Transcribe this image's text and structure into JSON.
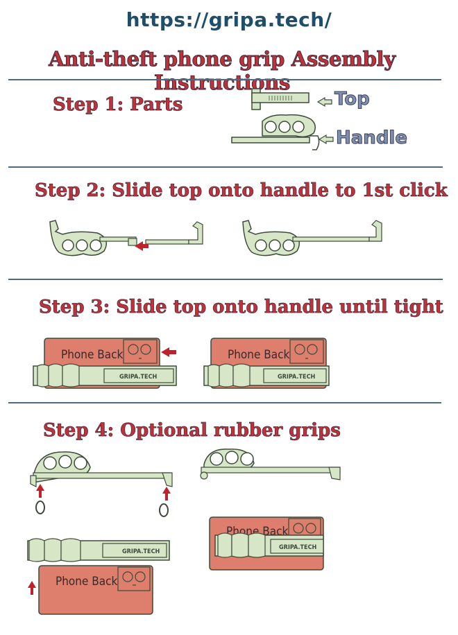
{
  "header": {
    "url": "https://gripa.tech/",
    "title": "Anti-theft phone grip Assembly Instructions"
  },
  "steps": [
    {
      "label": "Step 1:  Parts"
    },
    {
      "label": "Step 2:  Slide top onto handle  to 1st click"
    },
    {
      "label": "Step 3:  Slide top onto handle  until tight"
    },
    {
      "label": "Step 4: Optional rubber grips"
    }
  ],
  "parts": {
    "top_label": "Top",
    "handle_label": "Handle"
  },
  "phone": {
    "back_label": "Phone Back",
    "brand_label": "GRIPA.TECH"
  },
  "colors": {
    "part_fill": "#d8e6c8",
    "part_stroke": "#3c4a3a",
    "phone_fill": "#de7e6c",
    "arrow": "#c0212a",
    "title": "#c0313a",
    "url": "#1f4e6b"
  }
}
